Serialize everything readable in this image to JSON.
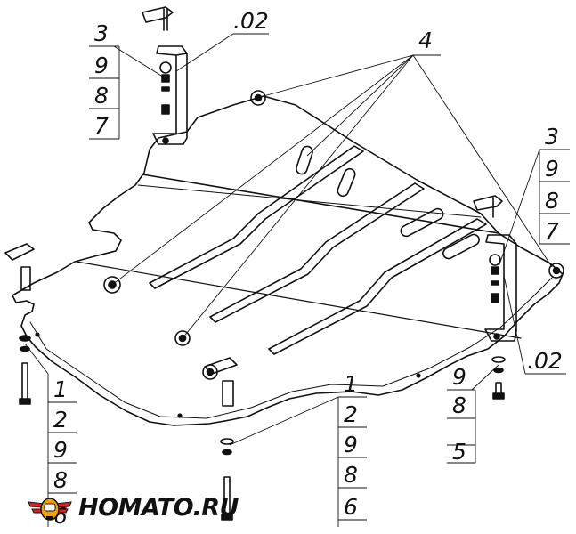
{
  "callouts": {
    "c4": "4",
    "c02_top": ".02",
    "c02_right": ".02",
    "stack_top_left": [
      "3",
      "9",
      "8",
      "7"
    ],
    "stack_top_right": [
      "3",
      "9",
      "8",
      "7"
    ],
    "stack_bottom_left": [
      "1",
      "2",
      "9",
      "8",
      "6"
    ],
    "stack_bottom_mid": [
      "1",
      "2",
      "9",
      "8",
      "6"
    ],
    "stack_bottom_right": [
      "9",
      "8",
      "5"
    ]
  },
  "brand": {
    "name": "HOMATO.RU",
    "logo_icon": "car-wings-logo-icon",
    "logo_colors": {
      "wing": "#e02020",
      "car": "#f4a000",
      "outline": "#111111"
    }
  },
  "colors": {
    "line": "#111111",
    "background": "#ffffff"
  }
}
